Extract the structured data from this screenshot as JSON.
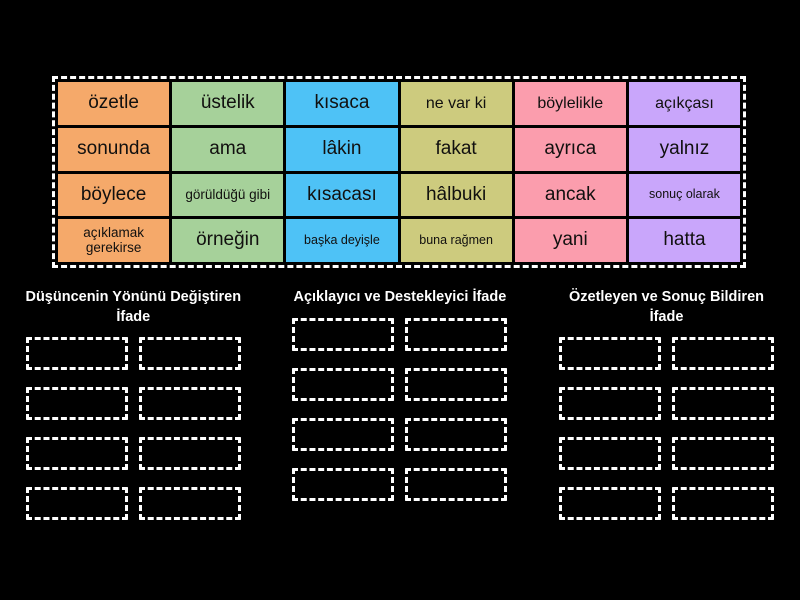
{
  "activity": {
    "type": "group-sort-drag-and-drop",
    "background_color": "#000000"
  },
  "tile_bank": {
    "name": "word-tile-bank",
    "border_style": "white-dashed",
    "rows": [
      [
        {
          "label": "özetle",
          "color": "#f5a96a",
          "size": "lg"
        },
        {
          "label": "üstelik",
          "color": "#a6d19a",
          "size": "lg"
        },
        {
          "label": "kısaca",
          "color": "#4ec2f6",
          "size": "lg"
        },
        {
          "label": "ne var ki",
          "color": "#cdcb7e",
          "size": "md"
        },
        {
          "label": "böylelikle",
          "color": "#fb9dad",
          "size": "md"
        },
        {
          "label": "açıkçası",
          "color": "#c9a6fb",
          "size": "md"
        }
      ],
      [
        {
          "label": "sonunda",
          "color": "#f5a96a",
          "size": "lg"
        },
        {
          "label": "ama",
          "color": "#a6d19a",
          "size": "lg"
        },
        {
          "label": "lâkin",
          "color": "#4ec2f6",
          "size": "lg"
        },
        {
          "label": "fakat",
          "color": "#cdcb7e",
          "size": "lg"
        },
        {
          "label": "ayrıca",
          "color": "#fb9dad",
          "size": "lg"
        },
        {
          "label": "yalnız",
          "color": "#c9a6fb",
          "size": "lg"
        }
      ],
      [
        {
          "label": "böylece",
          "color": "#f5a96a",
          "size": "lg"
        },
        {
          "label": "görüldüğü gibi",
          "color": "#a6d19a",
          "size": "sm"
        },
        {
          "label": "kısacası",
          "color": "#4ec2f6",
          "size": "lg"
        },
        {
          "label": "hâlbuki",
          "color": "#cdcb7e",
          "size": "lg"
        },
        {
          "label": "ancak",
          "color": "#fb9dad",
          "size": "lg"
        },
        {
          "label": "sonuç olarak",
          "color": "#c9a6fb",
          "size": "xs"
        }
      ],
      [
        {
          "label": "açıklamak gerekirse",
          "color": "#f5a96a",
          "size": "sm"
        },
        {
          "label": "örneğin",
          "color": "#a6d19a",
          "size": "lg"
        },
        {
          "label": "başka deyişle",
          "color": "#4ec2f6",
          "size": "xs"
        },
        {
          "label": "buna rağmen",
          "color": "#cdcb7e",
          "size": "xs"
        },
        {
          "label": "yani",
          "color": "#fb9dad",
          "size": "lg"
        },
        {
          "label": "hatta",
          "color": "#c9a6fb",
          "size": "lg"
        }
      ]
    ]
  },
  "categories": [
    {
      "id": "degistiren",
      "title": "Düşüncenin Yönünü Değiştiren İfade",
      "slot_count": 8,
      "slots": [
        "",
        "",
        "",
        "",
        "",
        "",
        "",
        ""
      ]
    },
    {
      "id": "aciklayici",
      "title": "Açıklayıcı ve Destekleyici İfade",
      "slot_count": 8,
      "slots": [
        "",
        "",
        "",
        "",
        "",
        "",
        "",
        ""
      ]
    },
    {
      "id": "ozetleyen",
      "title": "Özetleyen ve Sonuç Bildiren İfade",
      "slot_count": 8,
      "slots": [
        "",
        "",
        "",
        "",
        "",
        "",
        "",
        ""
      ]
    }
  ]
}
